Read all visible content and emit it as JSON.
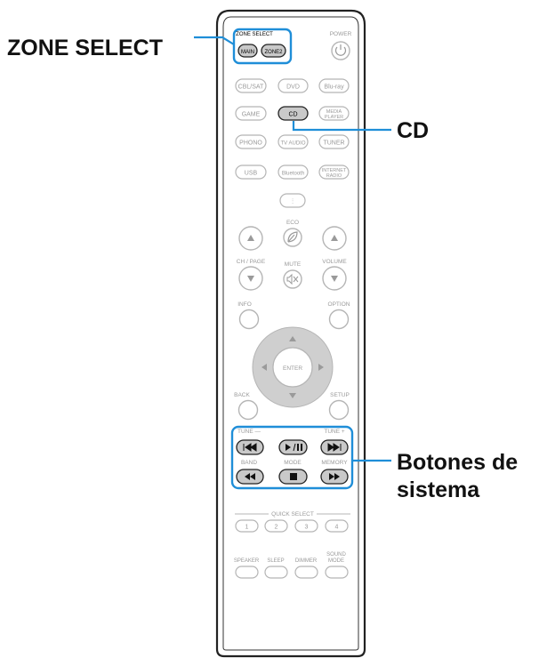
{
  "callouts": {
    "zone_select": "ZONE SELECT",
    "cd": "CD",
    "system_line1": "Botones de",
    "system_line2": "sistema"
  },
  "remote": {
    "zone_select_label": "ZONE SELECT",
    "main": "MAIN",
    "zone2": "ZONE2",
    "power": "POWER",
    "sources": {
      "cbl_sat": "CBL/SAT",
      "dvd": "DVD",
      "bluray": "Blu-ray",
      "game": "GAME",
      "cd": "CD",
      "media_player_1": "MEDIA",
      "media_player_2": "PLAYER",
      "phono": "PHONO",
      "tv_audio": "TV AUDIO",
      "tuner": "TUNER",
      "usb": "USB",
      "bluetooth": "Bluetooth",
      "internet_radio_1": "INTERNET",
      "internet_radio_2": "RADIO"
    },
    "eco": "ECO",
    "ch_page": "CH / PAGE",
    "mute": "MUTE",
    "volume": "VOLUME",
    "info": "INFO",
    "option": "OPTION",
    "enter": "ENTER",
    "back": "BACK",
    "setup": "SETUP",
    "tune_minus": "TUNE —",
    "tune_plus": "TUNE +",
    "band": "BAND",
    "mode": "MODE",
    "memory": "MEMORY",
    "quick_select": "QUICK SELECT",
    "quick": [
      "1",
      "2",
      "3",
      "4"
    ],
    "speaker": "SPEAKER",
    "sleep": "SLEEP",
    "dimmer": "DIMMER",
    "sound_mode_1": "SOUND",
    "sound_mode_2": "MODE"
  },
  "colors": {
    "accent": "#1f8ed8",
    "outline": "#b5b5b5",
    "body": "#222222"
  }
}
